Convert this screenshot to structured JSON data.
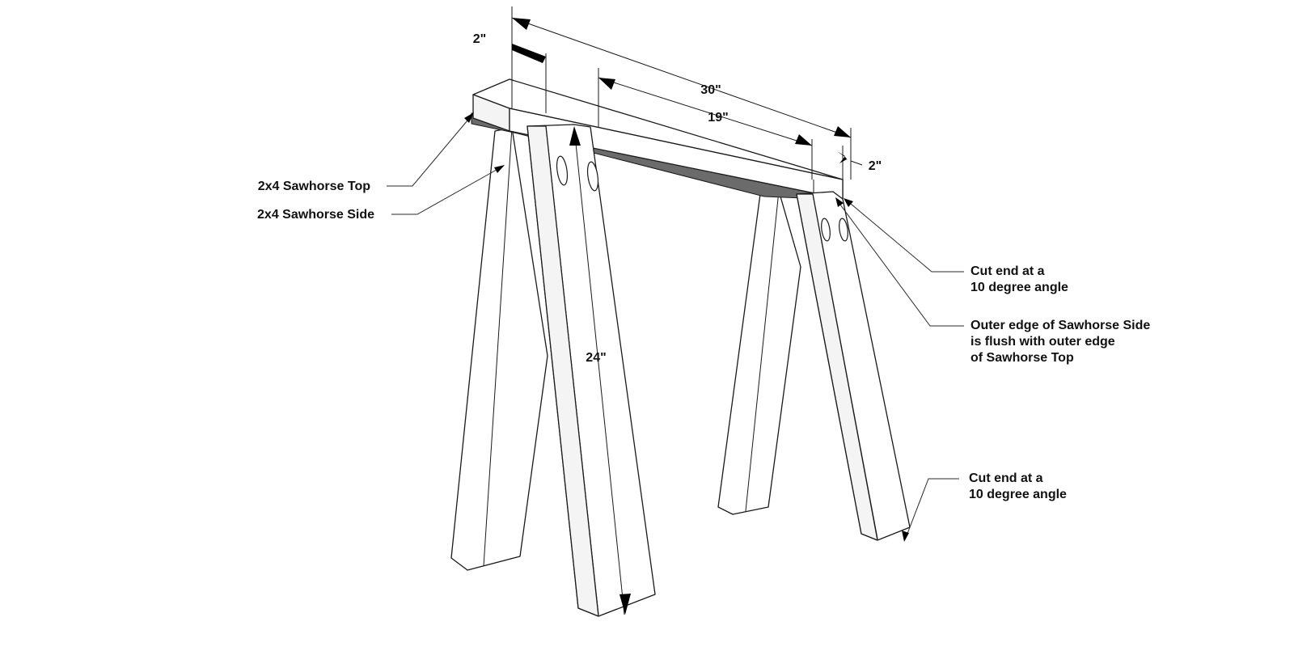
{
  "dimensions": {
    "overall_length": "30\"",
    "inner_span": "19\"",
    "left_offset": "2\"",
    "right_offset": "2\"",
    "leg_length": "24\""
  },
  "callouts": {
    "top_label": "2x4 Sawhorse Top",
    "side_label": "2x4 Sawhorse Side",
    "cut_end_upper": [
      "Cut end at a",
      "10 degree angle"
    ],
    "flush_note": [
      "Outer edge of Sawhorse Side",
      "is flush with outer edge",
      "of Sawhorse Top"
    ],
    "cut_end_lower": [
      "Cut end at a",
      "10 degree angle"
    ]
  },
  "colors": {
    "line": "#1a1a1a",
    "shadow": "#6b6b6b",
    "wood": "#ffffff"
  }
}
